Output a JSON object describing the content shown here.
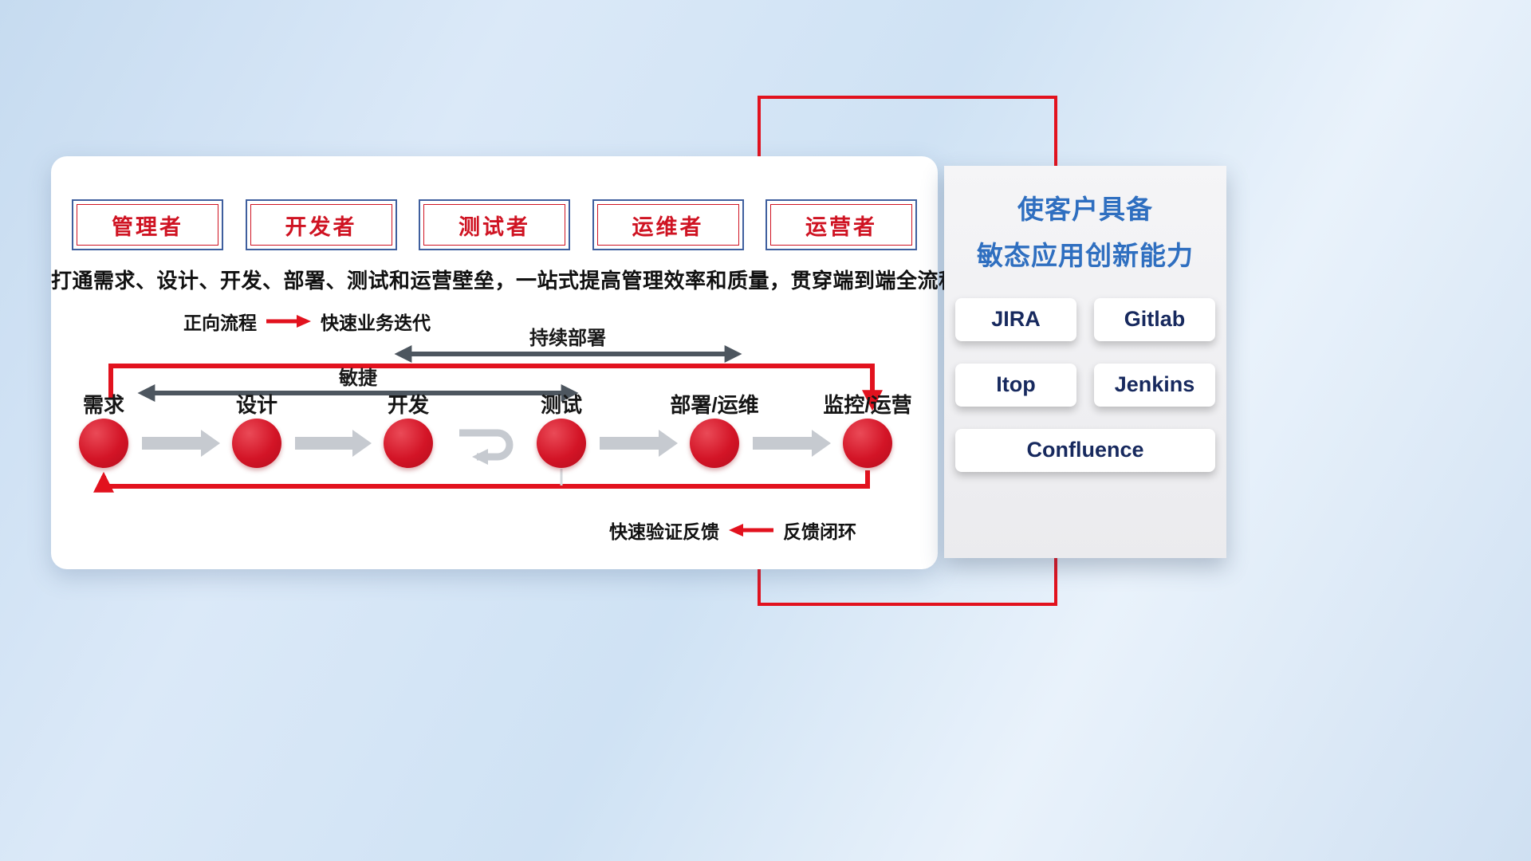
{
  "colors": {
    "accent_red": "#e2121e",
    "node_red": "#d01424",
    "role_border_blue": "#3f5f9e",
    "role_text_red": "#cf1322",
    "title_blue": "#2f6fc0",
    "tool_text_navy": "#17295e",
    "dark_span_arrow": "#4d565f",
    "gray_flow_arrow": "#c6cad0"
  },
  "card": {
    "roles": [
      "管理者",
      "开发者",
      "测试者",
      "运维者",
      "运营者"
    ],
    "headline": "打通需求、设计、开发、部署、测试和运营壁垒，一站式提高管理效率和质量，贯穿端到端全流程",
    "legend_forward": {
      "label": "正向流程",
      "desc": "快速业务迭代"
    },
    "span_arrows": {
      "agile": "敏捷",
      "continuous_deploy": "持续部署"
    },
    "nodes": [
      "需求",
      "设计",
      "开发",
      "测试",
      "部署/运维",
      "监控/运营"
    ],
    "legend_feedback": {
      "label": "快速验证反馈",
      "desc": "反馈闭环"
    }
  },
  "right_panel": {
    "title_line1": "使客户具备",
    "title_line2": "敏态应用创新能力",
    "tools": [
      "JIRA",
      "Gitlab",
      "Itop",
      "Jenkins",
      "Confluence"
    ]
  }
}
